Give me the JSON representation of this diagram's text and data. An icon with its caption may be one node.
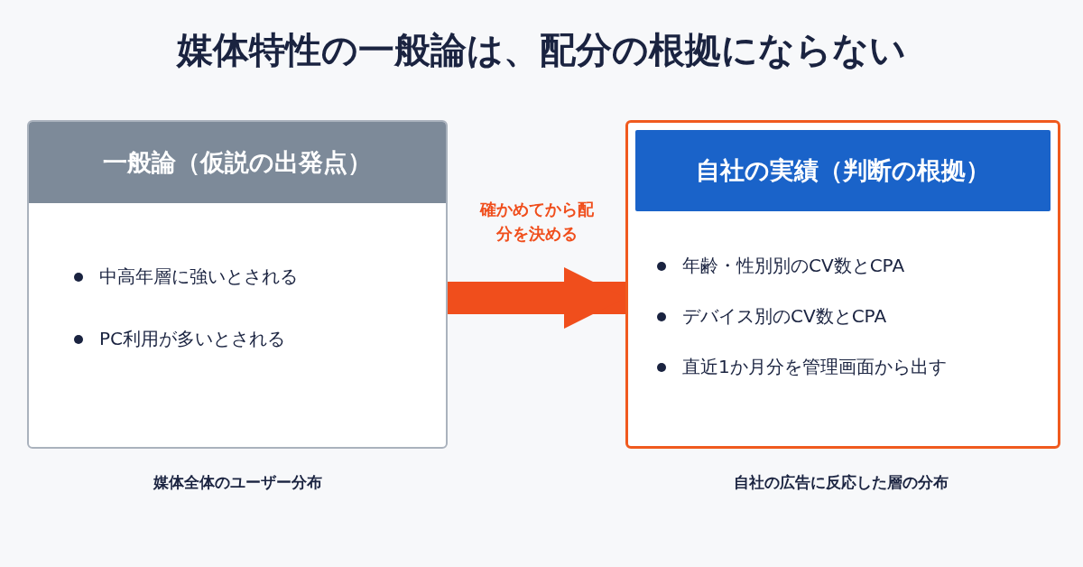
{
  "diagram": {
    "title": "媒体特性の一般論は、配分の根拠にならない",
    "nodes": [
      {
        "text": [
          "一般論（仮説の出発点）",
          "中高年層に強いとされる",
          "PC利用が多いとされる"
        ],
        "beside": [
          "媒体全体のユーザー分布"
        ]
      },
      {
        "text": [
          "自社の実績（判断の根拠）",
          "年齢・性別別のCV数とCPA",
          "デバイス別のCV数とCPA",
          "直近1か月分を管理画面から出す"
        ],
        "beside": [
          "自社の広告に反応した層の分布"
        ]
      }
    ],
    "edges": [
      {
        "from": 0,
        "to": 1,
        "arrow": "to",
        "label": "確かめてから配分を決める",
        "color": "#f04e1c"
      }
    ]
  }
}
